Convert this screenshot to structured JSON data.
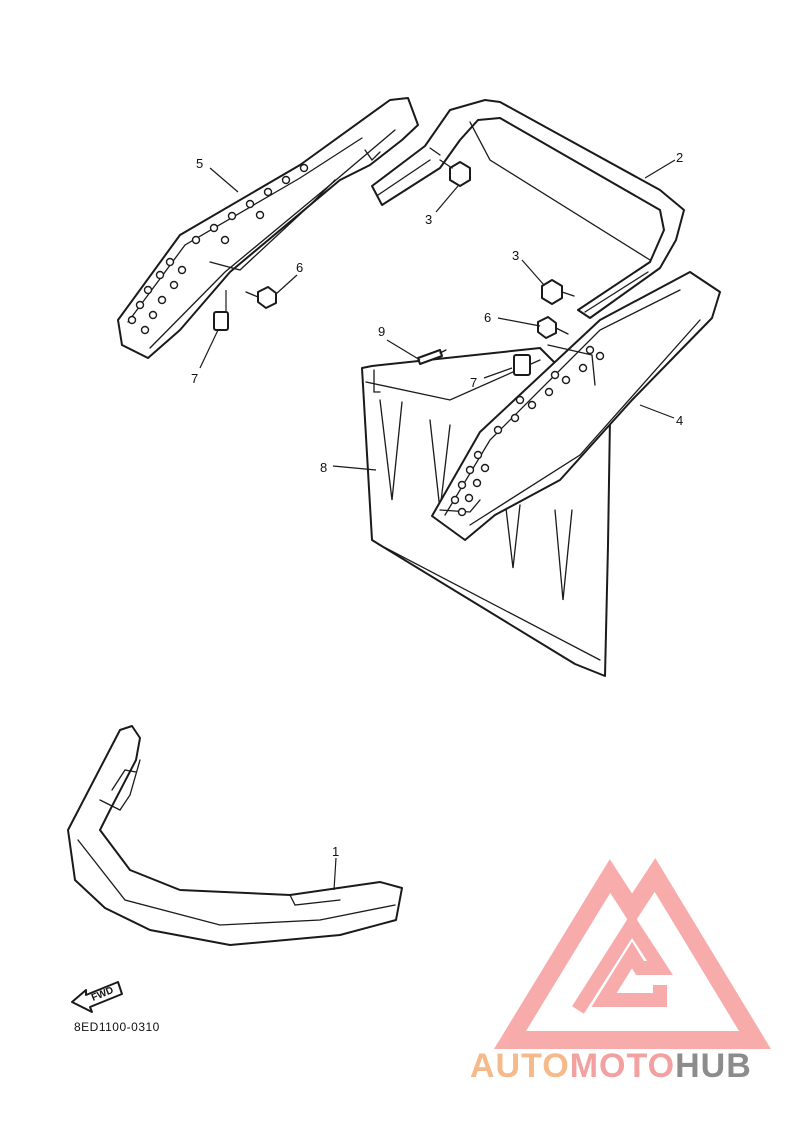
{
  "diagram": {
    "callouts": [
      {
        "id": "c1",
        "label": "1"
      },
      {
        "id": "c2",
        "label": "2"
      },
      {
        "id": "c3a",
        "label": "3"
      },
      {
        "id": "c3b",
        "label": "3"
      },
      {
        "id": "c4",
        "label": "4"
      },
      {
        "id": "c5",
        "label": "5"
      },
      {
        "id": "c6a",
        "label": "6"
      },
      {
        "id": "c6b",
        "label": "6"
      },
      {
        "id": "c7a",
        "label": "7"
      },
      {
        "id": "c7b",
        "label": "7"
      },
      {
        "id": "c8",
        "label": "8"
      },
      {
        "id": "c9",
        "label": "9"
      }
    ],
    "fwd_label": "FWD",
    "drawing_code": "8ED1100-0310"
  },
  "watermark": {
    "part1": "AUTO",
    "part2": "MOTO",
    "part3": "HUB",
    "colors": {
      "auto": "#f5b98a",
      "moto": "#f2a0a0",
      "hub": "#8c8c8c",
      "logo": "#f7a3a3"
    }
  }
}
